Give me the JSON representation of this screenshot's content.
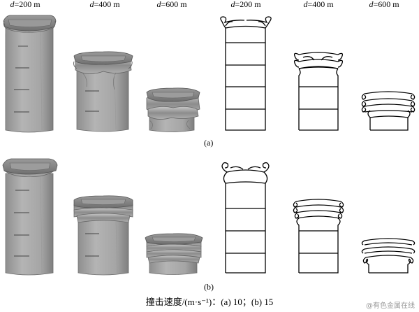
{
  "labels": {
    "d_var": "d",
    "d_values": [
      "=200 m",
      "=400 m",
      "=600 m",
      "=200 m",
      "=400 m",
      "=600 m"
    ]
  },
  "panels": {
    "a": "(a)",
    "b": "(b)"
  },
  "caption": "撞击速度/(m·s⁻¹)：(a) 10；(b) 15",
  "watermark": "@有色金属在线",
  "colors": {
    "shell_fill": "#a3a3a3",
    "shell_top": "#8a8a8a",
    "outline": "#000000"
  }
}
